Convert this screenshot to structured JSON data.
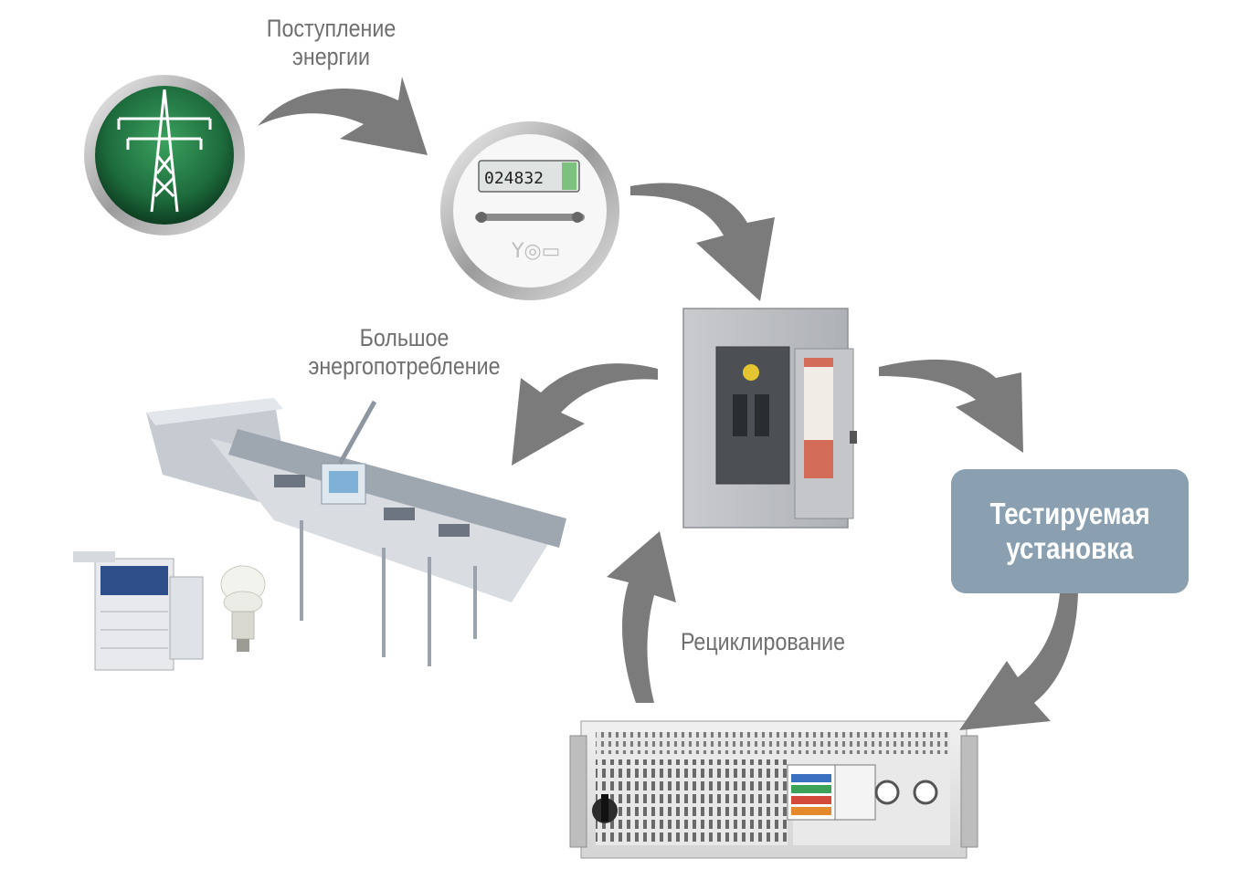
{
  "labels": {
    "supply_line1": "Поступление",
    "supply_line2": "энергии",
    "consumption_line1": "Большое",
    "consumption_line2": "энергопотребление",
    "recycling": "Рециклирование",
    "dut_line1": "Тестируемая",
    "dut_line2": "установка"
  },
  "meter": {
    "digits": "024832"
  },
  "colors": {
    "arrow": "#7b7b7b",
    "dut_box": "#8aa0b1",
    "tower_badge": "#1d6b3c",
    "label_text": "#6f6f6f"
  },
  "icons": [
    "power-tower-icon",
    "electric-meter-icon",
    "breaker-panel-icon",
    "conveyor-line-icon",
    "copier-icon",
    "cfl-bulb-icon",
    "power-supply-rack-icon"
  ]
}
